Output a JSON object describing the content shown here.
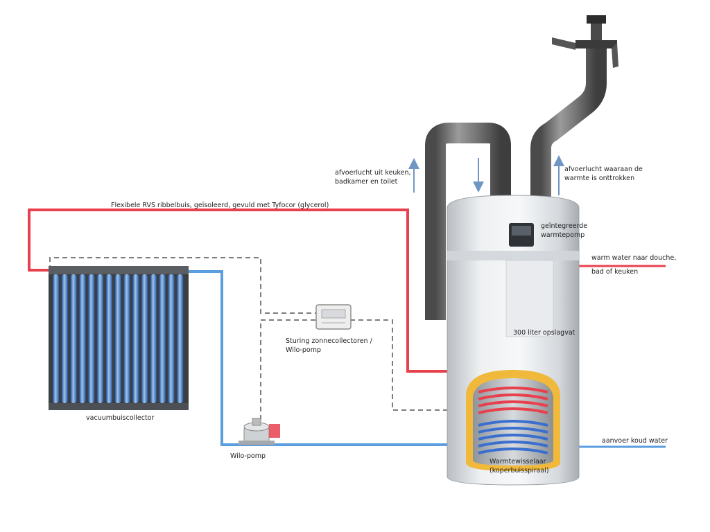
{
  "labels": {
    "pipe_label": "Flexibele RVS ribbelbuis, geïsoleerd, gevuld met Tyfocor (glycerol)",
    "exhaust_in_line1": "afvoerlucht uit keuken,",
    "exhaust_in_line2": "badkamer en toilet",
    "exhaust_out_line1": "afvoerlucht waaraan de",
    "exhaust_out_line2": "warmte is onttrokken",
    "heatpump_line1": "geïntegreerde",
    "heatpump_line2": "warmtepomp",
    "hot_water_line1": "warm water naar douche,",
    "hot_water_line2": "bad of keuken",
    "storage": "300 liter opslagvat",
    "control_line1": "Sturing zonnecollectoren /",
    "control_line2": "Wilo-pomp",
    "collector": "vacuumbuiscollector",
    "pump": "Wilo-pomp",
    "cold_water": "aanvoer koud water",
    "exchanger_line1": "Warmtewisselaar",
    "exchanger_line2": "(koperbuisspiraal)"
  },
  "colors": {
    "hot_pipe": "#e8414e",
    "cold_pipe": "#5a9ee0",
    "control_wire": "#7d7d7d",
    "duct": "#6e6e6e",
    "tank": "#e4e7ea",
    "insulation": "#f0b93c",
    "arrow": "#6f96c4"
  }
}
